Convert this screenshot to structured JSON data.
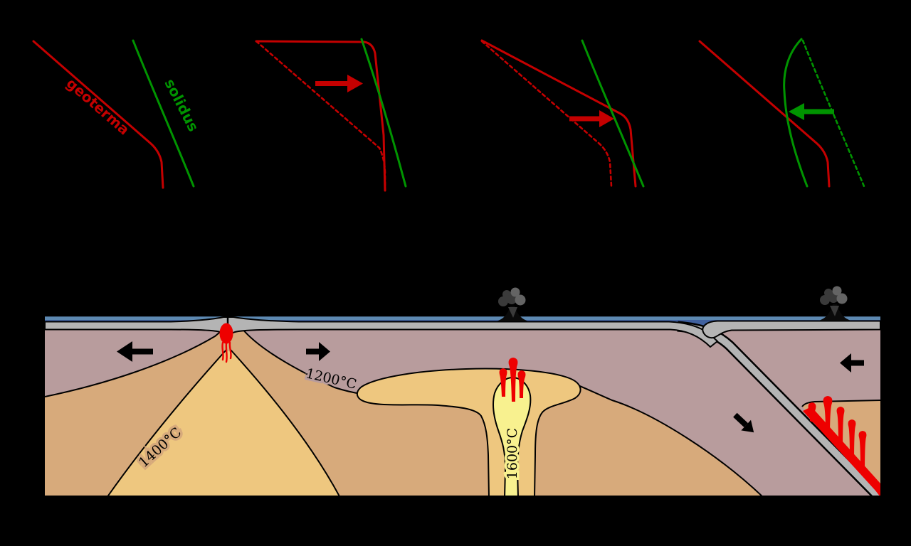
{
  "labels": {
    "geotherm": "geoterma",
    "solidus": "solidus",
    "isotherm_1200": "1200°C",
    "isotherm_1400": "1400°C",
    "isotherm_1600": "1600°C"
  },
  "colors": {
    "background": "#000000",
    "curve_red": "#c40000",
    "curve_green": "#009400",
    "melt_red": "#ee0000",
    "arrow_black": "#000000",
    "ocean_light": "#5d89b2",
    "ocean_deep": "#40619f",
    "crust_gray": "#b4b4b4",
    "lithosphere_mauve": "#b89c9d",
    "mantle_tan": "#d7aa7b",
    "hot_mantle": "#eec77f",
    "plume_core_yellow": "#f8f18f",
    "smoke_dark": "#3a3a3a",
    "smoke_light": "#646464"
  }
}
